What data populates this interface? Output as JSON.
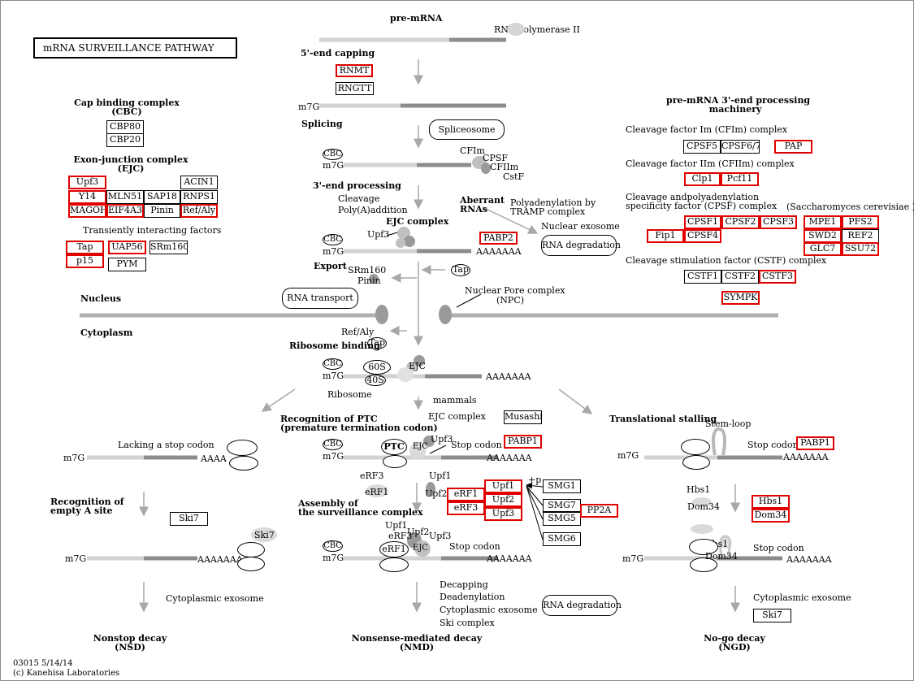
{
  "title": "mRNA  SURVEILLANCE  PATHWAY",
  "footer": {
    "id_date": "03015 5/14/14",
    "copyright": "(c) Kanehisa Laboratories"
  },
  "center": {
    "pre_mrna": "pre-mRNA",
    "rna_pol": "RNA polymerase II",
    "capping": "5'-end capping",
    "rnmt": "RNMT",
    "rngtt": "RNGTT",
    "m7g": "m7G",
    "splicing": "Splicing",
    "spliceosome": "Spliceosome",
    "cbc": "CBC",
    "cfim": "CFIm",
    "cpsf": "CPSF",
    "cfiim": "CFIIm",
    "cstf": "CstF",
    "end3": "3'-end processing",
    "cleavage": "Cleavage",
    "polya": "Poly(A)addition",
    "ejc_complex": "EJC complex",
    "upf3": "Upf3",
    "pabp2": "PABP2",
    "polyA_tail": "AAAAAAA",
    "export": "Export",
    "srm160": "SRm160",
    "pinin": "Pinin",
    "tap": "Tap",
    "rna_transport": "RNA transport",
    "npc": "Nuclear Pore complex",
    "npc2": "(NPC)",
    "nucleus": "Nucleus",
    "cytoplasm": "Cytoplasm",
    "refaly": "Ref/Aly",
    "ribosome_binding": "Ribosome binding",
    "s60": "60S",
    "s40": "40S",
    "ejc": "EJC",
    "ribosome": "Ribosome",
    "mammals": "mammals",
    "ejc_complex2": "EJC complex",
    "musashi": "Musashi",
    "aberrant": "Aberrant",
    "rnas": "RNAs",
    "polyadenylation": "Polyadenylation by",
    "tramp": "TRAMP complex",
    "nuc_exosome": "Nuclear exosome",
    "rna_degradation": "RNA degradation"
  },
  "left": {
    "cbc_title": "Cap binding complex",
    "cbc_sub": "(CBC)",
    "cbp80": "CBP80",
    "cbp20": "CBP20",
    "ejc_title": "Exon-junction complex",
    "ejc_sub": "(EJC)",
    "upf3": "Upf3",
    "acin1": "ACIN1",
    "y14": "Y14",
    "mln51": "MLN51",
    "sap18": "SAP18",
    "rnps1": "RNPS1",
    "magoh": "MAGOH",
    "eif4a3": "EIF4A3",
    "pinin": "Pinin",
    "refaly": "Ref/Aly",
    "transient": "Transiently interacting factors",
    "tap": "Tap",
    "uap56": "UAP56",
    "srm160": "SRm160",
    "p15": "p15",
    "pym": "PYM"
  },
  "right": {
    "title1": "pre-mRNA 3'-end processing",
    "title2": "machinery",
    "cfim": "Cleavage factor Im (CFIm) complex",
    "cpsf5": "CPSF5",
    "cpsf67": "CPSF6/7",
    "pap": "PAP",
    "cfiim": "Cleavage factor IIm (CFIIm) complex",
    "clp1": "Clp1",
    "pcf11": "Pcf11",
    "cpsf_t1": "Cleavage andpolyadenylation",
    "cpsf_t2": "specificity factor (CPSF) complex",
    "sc": "(Saccharomyces cerevisiae )",
    "cpsf1": "CPSF1",
    "cpsf2": "CPSF2",
    "cpsf3": "CPSF3",
    "mpe1": "MPE1",
    "pfs2": "PFS2",
    "fip1": "Fip1",
    "cpsf4": "CPSF4",
    "swd2": "SWD2",
    "ref2": "REF2",
    "glc7": "GLC7",
    "ssu72": "SSU72",
    "cstf_t": "Cleavage stimulation factor (CSTF) complex",
    "cstf1": "CSTF1",
    "cstf2": "CSTF2",
    "cstf3": "CSTF3",
    "sympk": "SYMPK"
  },
  "nsd": {
    "lacking": "Lacking a stop codon",
    "m7g": "m7G",
    "aaaa": "AAAA",
    "rec1": "Recognition of",
    "rec2": "empty A site",
    "ski7": "Ski7",
    "ski7b": "Ski7",
    "polyA": "AAAAAAA",
    "exosome": "Cytoplasmic exosome",
    "title": "Nonstop decay",
    "sub": "(NSD)"
  },
  "nmd": {
    "rec1": "Recognition of PTC",
    "rec2": "(premature termination codon)",
    "cbc": "CBC",
    "m7g": "m7G",
    "ptc": "PTC",
    "ejc": "EJC",
    "upf3": "Upf3",
    "stop": "Stop codon",
    "pabp1": "PABP1",
    "polyA": "AAAAAAA",
    "erf3": "eRF3",
    "erf1": "eRF1",
    "upf1": "Upf1",
    "upf2": "Upf2",
    "asm1": "Assembly of",
    "asm2": "the surveillance complex",
    "b_erf1": "eRF1",
    "b_erf3": "eRF3",
    "b_upf1": "Upf1",
    "b_upf2": "Upf2",
    "b_upf3": "Upf3",
    "p": "+p",
    "smg1": "SMG1",
    "smg7": "SMG7",
    "smg5": "SMG5",
    "smg6": "SMG6",
    "pp2a": "PP2A",
    "c_upf1": "Upf1",
    "c_upf2": "Upf2",
    "c_erf3": "eRF3",
    "c_upf3": "Upf3",
    "c_erf1": "eRF1",
    "c_ejc": "EJC",
    "c_stop": "Stop codon",
    "c_polyA": "AAAAAAA",
    "c_cbc": "CBC",
    "c_m7g": "m7G",
    "decapping": "Decapping",
    "deadenylation": "Deadenylation",
    "cyto_exo": "Cytoplasmic exosome",
    "ski": "Ski complex",
    "rna_deg": "RNA degradation",
    "title": "Nonsense-mediated decay",
    "sub": "(NMD)"
  },
  "ngd": {
    "stalling": "Translational stalling",
    "stemloop": "Stem-loop",
    "m7g": "m7G",
    "stop": "Stop codon",
    "pabp1": "PABP1",
    "polyA": "AAAAAAA",
    "hbs1": "Hbs1",
    "dom34": "Dom34",
    "b_hbs1": "Hbs1",
    "b_dom34": "Dom34",
    "c_hbs1": "Hbs1",
    "c_dom34": "Dom34",
    "c_stop": "Stop codon",
    "c_polyA": "AAAAAAA",
    "c_m7g": "m7G",
    "exosome": "Cytoplasmic exosome",
    "ski7": "Ski7",
    "title": "No-go decay",
    "sub": "(NGD)"
  },
  "colors": {
    "highlight": "#e00000",
    "line": "#b0b0b0",
    "line_dark": "#8c8c8c",
    "protein_fill": "#bdbdbd"
  }
}
